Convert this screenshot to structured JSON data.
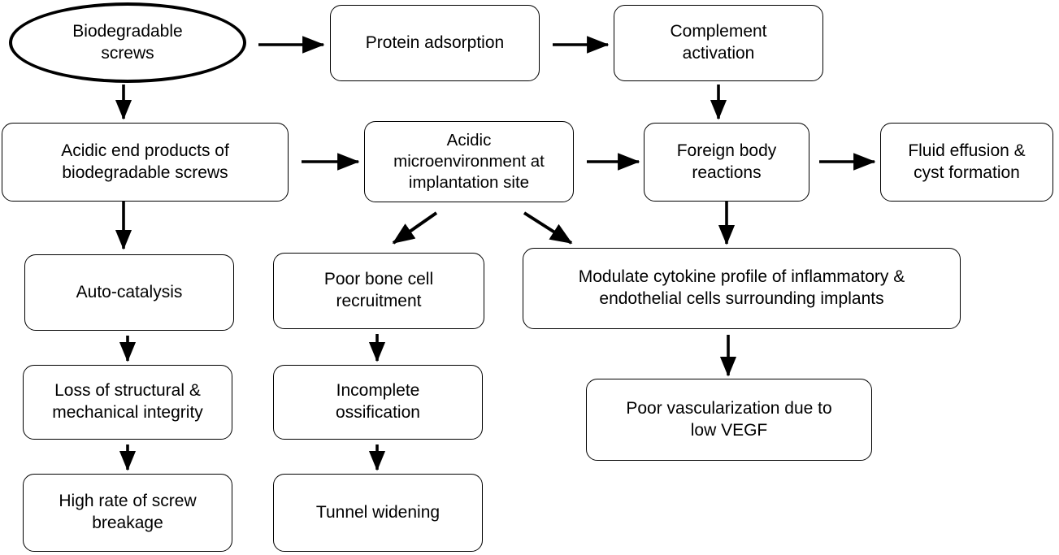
{
  "diagram": {
    "title": "Biodegradable screws failure cascade flowchart",
    "background_color": "#ffffff",
    "line_color": "#000000",
    "text_color": "#000000",
    "nodes": [
      {
        "id": "start",
        "label": "Biodegradable\nscrews",
        "shape": "ellipse"
      },
      {
        "id": "protein",
        "label": "Protein adsorption",
        "shape": "rounded-rect"
      },
      {
        "id": "complement",
        "label": "Complement\nactivation",
        "shape": "rounded-rect"
      },
      {
        "id": "acidic_end",
        "label": "Acidic end products of\nbiodegradable screws",
        "shape": "rounded-rect"
      },
      {
        "id": "microenv",
        "label": "Acidic\nmicroenvironment at\nimplantation site",
        "shape": "rounded-rect"
      },
      {
        "id": "foreign_body",
        "label": "Foreign body\nreactions",
        "shape": "rounded-rect"
      },
      {
        "id": "fluid_effusion",
        "label": "Fluid effusion &\ncyst formation",
        "shape": "rounded-rect"
      },
      {
        "id": "auto_catalysis",
        "label": "Auto-catalysis",
        "shape": "rounded-rect"
      },
      {
        "id": "poor_bone",
        "label": "Poor bone cell\nrecruitment",
        "shape": "rounded-rect"
      },
      {
        "id": "modulate",
        "label": "Modulate cytokine profile of inflammatory &\nendothelial cells surrounding implants",
        "shape": "rounded-rect"
      },
      {
        "id": "loss_structural",
        "label": "Loss of structural &\nmechanical integrity",
        "shape": "rounded-rect"
      },
      {
        "id": "incomplete",
        "label": "Incomplete\nossification",
        "shape": "rounded-rect"
      },
      {
        "id": "poor_vascular",
        "label": "Poor vascularization due to\nlow VEGF",
        "shape": "rounded-rect"
      },
      {
        "id": "high_rate",
        "label": "High rate of screw\nbreakage",
        "shape": "rounded-rect"
      },
      {
        "id": "tunnel",
        "label": "Tunnel widening",
        "shape": "rounded-rect"
      }
    ],
    "edges": [
      {
        "from": "start",
        "to": "protein",
        "direction": "right"
      },
      {
        "from": "protein",
        "to": "complement",
        "direction": "right"
      },
      {
        "from": "complement",
        "to": "foreign_body",
        "direction": "down"
      },
      {
        "from": "start",
        "to": "acidic_end",
        "direction": "down"
      },
      {
        "from": "acidic_end",
        "to": "microenv",
        "direction": "right"
      },
      {
        "from": "microenv",
        "to": "foreign_body",
        "direction": "right"
      },
      {
        "from": "foreign_body",
        "to": "fluid_effusion",
        "direction": "right"
      },
      {
        "from": "acidic_end",
        "to": "auto_catalysis",
        "direction": "down"
      },
      {
        "from": "microenv",
        "to": "poor_bone",
        "direction": "diagonal-down-left"
      },
      {
        "from": "microenv",
        "to": "modulate",
        "direction": "diagonal-down-right"
      },
      {
        "from": "foreign_body",
        "to": "modulate",
        "direction": "down"
      },
      {
        "from": "auto_catalysis",
        "to": "loss_structural",
        "direction": "down"
      },
      {
        "from": "poor_bone",
        "to": "incomplete",
        "direction": "down"
      },
      {
        "from": "modulate",
        "to": "poor_vascular",
        "direction": "down"
      },
      {
        "from": "loss_structural",
        "to": "high_rate",
        "direction": "down"
      },
      {
        "from": "incomplete",
        "to": "tunnel",
        "direction": "down"
      }
    ]
  }
}
